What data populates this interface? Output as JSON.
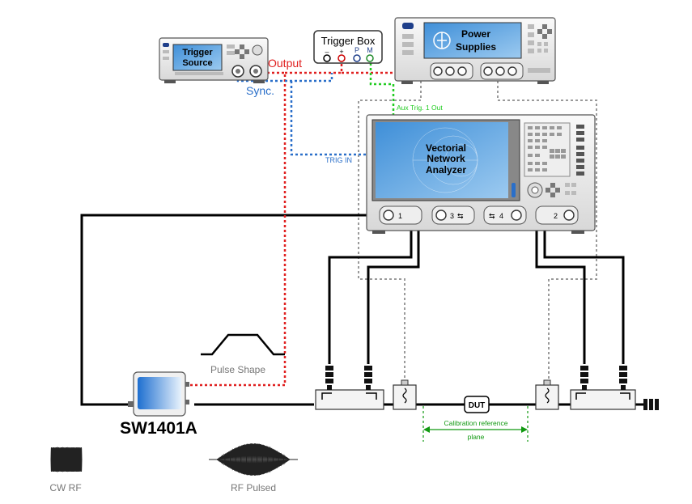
{
  "instruments": {
    "trigger_source": {
      "line1": "Trigger",
      "line2": "Source"
    },
    "trigger_box": {
      "title": "Trigger Box",
      "terminals": [
        "–",
        "+",
        "P",
        "M"
      ]
    },
    "power_supplies": {
      "line1": "Power",
      "line2": "Supplies"
    },
    "vna": {
      "line1": "Vectorial",
      "line2": "Network",
      "line3": "Analyzer",
      "ports": [
        "1",
        "3",
        "4",
        "2"
      ]
    },
    "switch": {
      "name": "SW1401A"
    }
  },
  "signals": {
    "output": "Output",
    "sync": "Sync.",
    "trig_in": "TRIG IN",
    "aux_trig": "Aux Trig. 1 Out"
  },
  "labels": {
    "pulse_shape": "Pulse Shape",
    "dut": "DUT",
    "cal_plane_1": "Calibration reference",
    "cal_plane_2": "plane",
    "cw_rf": "CW RF",
    "rf_pulsed": "RF Pulsed"
  },
  "colors": {
    "output_line": "#e02020",
    "sync_line": "#2a6fc9",
    "aux_line": "#22cc22",
    "rf_cable": "#000000",
    "dc_bias": "#9a9a9a",
    "screen": "#4d9de0",
    "cal_plane": "#119911"
  }
}
